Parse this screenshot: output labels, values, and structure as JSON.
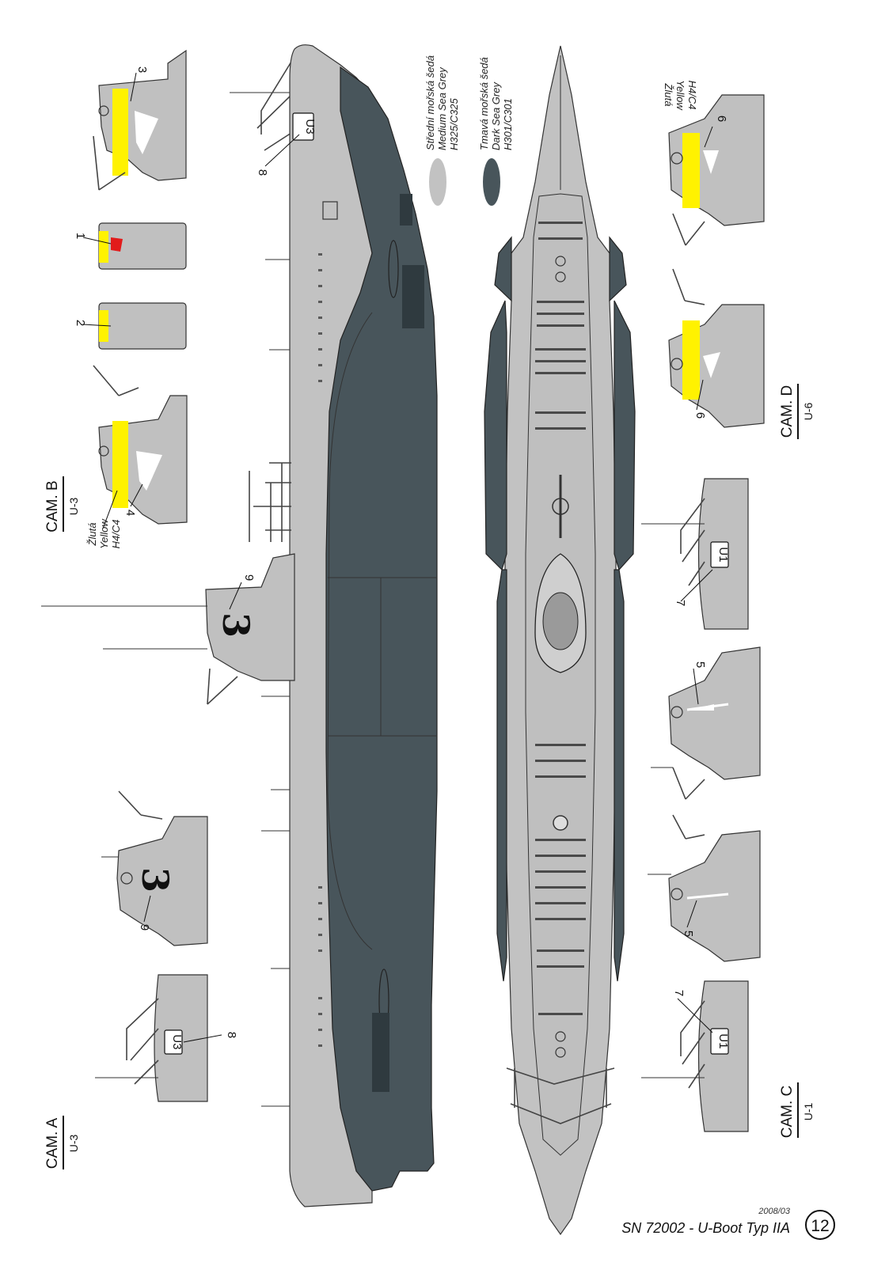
{
  "colors": {
    "medium_sea_grey": "#c2c2c2",
    "dark_sea_grey": "#48555b",
    "yellow": "#fff200",
    "red": "#e21b1b",
    "white": "#ffffff",
    "ink": "#111111"
  },
  "legend": [
    {
      "czech": "Střední mořská šedá",
      "english": "Medium Sea Grey",
      "code": "H325/C325",
      "swatch": "medium_sea_grey"
    },
    {
      "czech": "Tmavá mořská šedá",
      "english": "Dark Sea Grey",
      "code": "H301/C301",
      "swatch": "dark_sea_grey"
    }
  ],
  "schemes": [
    {
      "cam": "CAM. A",
      "boat": "U-3"
    },
    {
      "cam": "CAM. B",
      "boat": "U-3"
    },
    {
      "cam": "CAM. C",
      "boat": "U-1"
    },
    {
      "cam": "CAM. D",
      "boat": "U-6"
    }
  ],
  "paint_callouts": [
    {
      "czech": "Žlutá",
      "english": "Yellow",
      "code": "H4/C4"
    },
    {
      "czech": "Žlutá",
      "english": "Yellow",
      "code": "H4/C4"
    }
  ],
  "markings": {
    "boat_u3": "U3",
    "boat_u1": "U1",
    "tower_number": "3"
  },
  "callout_numbers": [
    "1",
    "2",
    "3",
    "4",
    "5",
    "6",
    "7",
    "8",
    "9"
  ],
  "footer": {
    "date": "2008/03",
    "title": "SN 72002 - U-Boot Typ IIA",
    "page": "12"
  }
}
